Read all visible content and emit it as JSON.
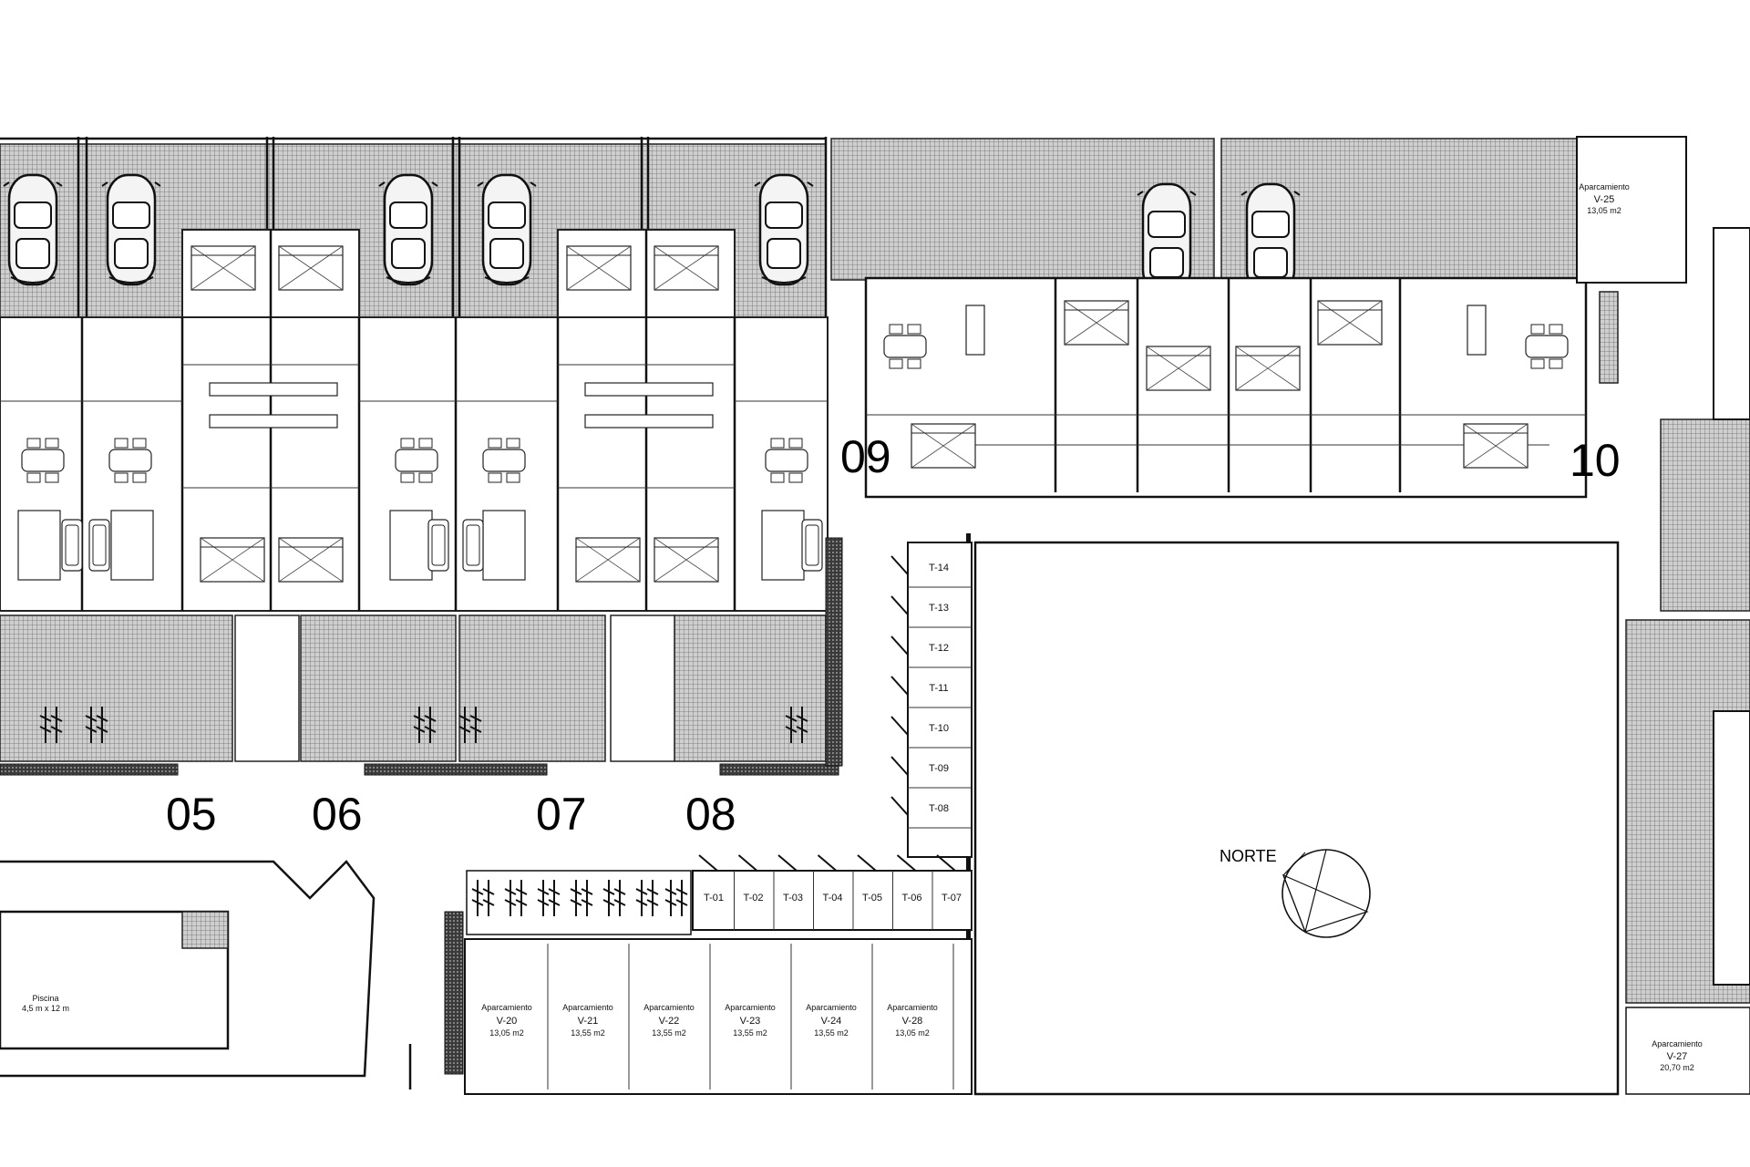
{
  "unit_numbers": {
    "u05": "05",
    "u06": "06",
    "u07": "07",
    "u08": "08",
    "u09": "09",
    "u10": "10"
  },
  "north_label": "NORTE",
  "storage_units": [
    "T-14",
    "T-13",
    "T-12",
    "T-11",
    "T-10",
    "T-09",
    "T-08"
  ],
  "storage_row": [
    "T-01",
    "T-02",
    "T-03",
    "T-04",
    "T-05",
    "T-06",
    "T-07"
  ],
  "parking": [
    {
      "word": "Aparcamiento",
      "code": "V-20",
      "area": "13,05 m2"
    },
    {
      "word": "Aparcamiento",
      "code": "V-21",
      "area": "13,55 m2"
    },
    {
      "word": "Aparcamiento",
      "code": "V-22",
      "area": "13,55 m2"
    },
    {
      "word": "Aparcamiento",
      "code": "V-23",
      "area": "13,55 m2"
    },
    {
      "word": "Aparcamiento",
      "code": "V-24",
      "area": "13,55 m2"
    },
    {
      "word": "Aparcamiento",
      "code": "V-28",
      "area": "13,05 m2"
    }
  ],
  "parking_v25": {
    "word": "Aparcamiento",
    "code": "V-25",
    "area": "13,05 m2"
  },
  "parking_v27": {
    "word": "Aparcamiento",
    "code": "V-27",
    "area": "20,70 m2"
  },
  "pool": {
    "name": "Piscina",
    "dims": "4,5 m x 12 m"
  }
}
